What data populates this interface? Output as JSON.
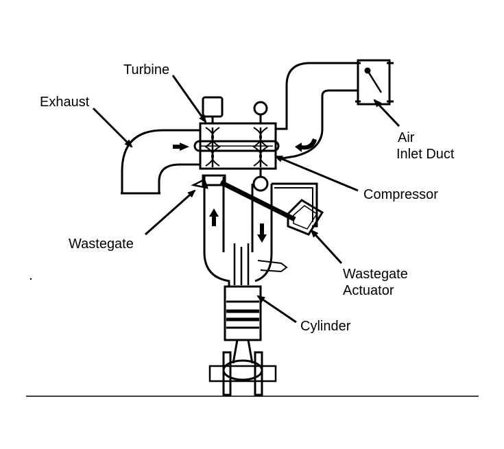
{
  "diagram": {
    "labels": {
      "turbine": "Turbine",
      "exhaust": "Exhaust",
      "air_inlet_line1": "Air",
      "air_inlet_line2": "Inlet Duct",
      "compressor": "Compressor",
      "wastegate": "Wastegate",
      "wastegate_actuator_line1": "Wastegate",
      "wastegate_actuator_line2": "Actuator",
      "cylinder": "Cylinder"
    },
    "colors": {
      "ink": "#000000",
      "paper": "#ffffff"
    }
  }
}
